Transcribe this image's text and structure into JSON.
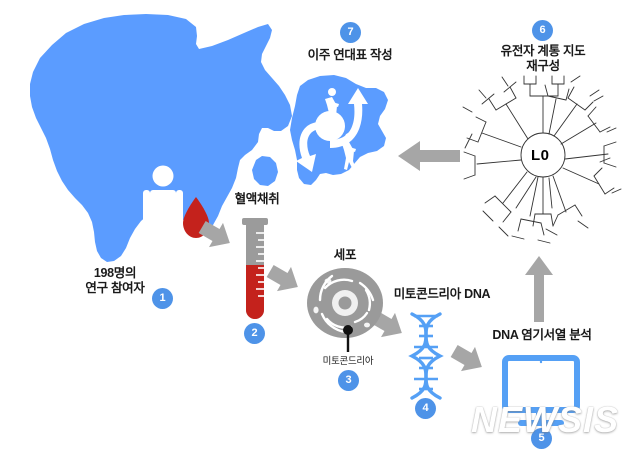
{
  "infographic": {
    "title_hidden": "",
    "colors": {
      "map_blue": "#5b9cff",
      "badge_blue": "#4e93e8",
      "icon_blue": "#55a0f5",
      "blood_red": "#c4221c",
      "tube_gray": "#9b9b9b",
      "arrow_gray": "#a6a6a6",
      "cell_gray": "#9a9a9a",
      "text_black": "#1a1a1a",
      "tree_line": "#333333",
      "watermark_white": "#ffffff"
    },
    "steps": [
      {
        "number": "1",
        "label": "198명의\n연구 참여자",
        "icon": "person-icon"
      },
      {
        "number": "2",
        "label": "혈액채취",
        "icon": "test-tube-icon"
      },
      {
        "number": "3",
        "label": "세포",
        "sublabel": "미토콘드리아",
        "icon": "cell-icon"
      },
      {
        "number": "4",
        "label": "미토콘드리아 DNA",
        "icon": "dna-helix-icon"
      },
      {
        "number": "5",
        "label": "DNA 염기서열 분석",
        "icon": "monitor-icon"
      },
      {
        "number": "6",
        "label": "유전자 계통 지도\n재구성",
        "icon": "phylogenetic-tree-icon"
      },
      {
        "number": "7",
        "label": "이주 연대표 작성",
        "icon": "migration-map-icon"
      }
    ],
    "tree": {
      "root_label": "L0"
    },
    "watermark": {
      "text": "NEWSIS"
    }
  }
}
